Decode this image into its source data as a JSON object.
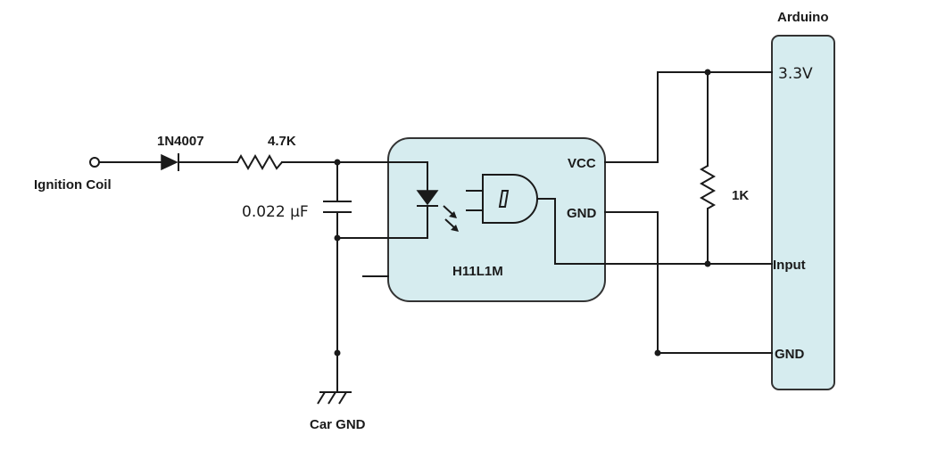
{
  "labels": {
    "ignition_coil": "Ignition Coil",
    "diode": "1N4007",
    "resistor_in": "4.7K",
    "capacitor": "0.022 µF",
    "car_gnd": "Car GND",
    "ic_vcc": "VCC",
    "ic_gnd": "GND",
    "ic_name": "H11L1M",
    "pullup": "1K",
    "arduino_title": "Arduino",
    "pin_33v": "3.3V",
    "pin_input": "Input",
    "pin_gnd": "GND"
  },
  "colors": {
    "wire": "#1a1a1a",
    "ic_fill": "#d6ecef",
    "arduino_fill": "#d6ecef"
  }
}
